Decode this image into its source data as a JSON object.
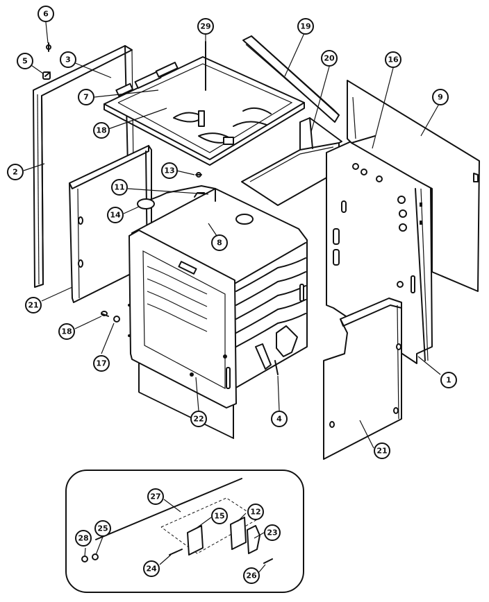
{
  "diagram": {
    "callouts": [
      {
        "id": "c6",
        "text": "6"
      },
      {
        "id": "c5",
        "text": "5"
      },
      {
        "id": "c3",
        "text": "3"
      },
      {
        "id": "c29",
        "text": "29"
      },
      {
        "id": "c19",
        "text": "19"
      },
      {
        "id": "c20",
        "text": "20"
      },
      {
        "id": "c16",
        "text": "16"
      },
      {
        "id": "c9",
        "text": "9"
      },
      {
        "id": "c7",
        "text": "7"
      },
      {
        "id": "c18a",
        "text": "18"
      },
      {
        "id": "c2",
        "text": "2"
      },
      {
        "id": "c13",
        "text": "13"
      },
      {
        "id": "c11",
        "text": "11"
      },
      {
        "id": "c14",
        "text": "14"
      },
      {
        "id": "c8",
        "text": "8"
      },
      {
        "id": "c21a",
        "text": "21"
      },
      {
        "id": "c18b",
        "text": "18"
      },
      {
        "id": "c17",
        "text": "17"
      },
      {
        "id": "c22",
        "text": "22"
      },
      {
        "id": "c4",
        "text": "4"
      },
      {
        "id": "c1",
        "text": "1"
      },
      {
        "id": "c21b",
        "text": "21"
      },
      {
        "id": "c27",
        "text": "27"
      },
      {
        "id": "c12",
        "text": "12"
      },
      {
        "id": "c15",
        "text": "15"
      },
      {
        "id": "c28",
        "text": "28"
      },
      {
        "id": "c25",
        "text": "25"
      },
      {
        "id": "c23",
        "text": "23"
      },
      {
        "id": "c24",
        "text": "24"
      },
      {
        "id": "c26",
        "text": "26"
      }
    ]
  }
}
